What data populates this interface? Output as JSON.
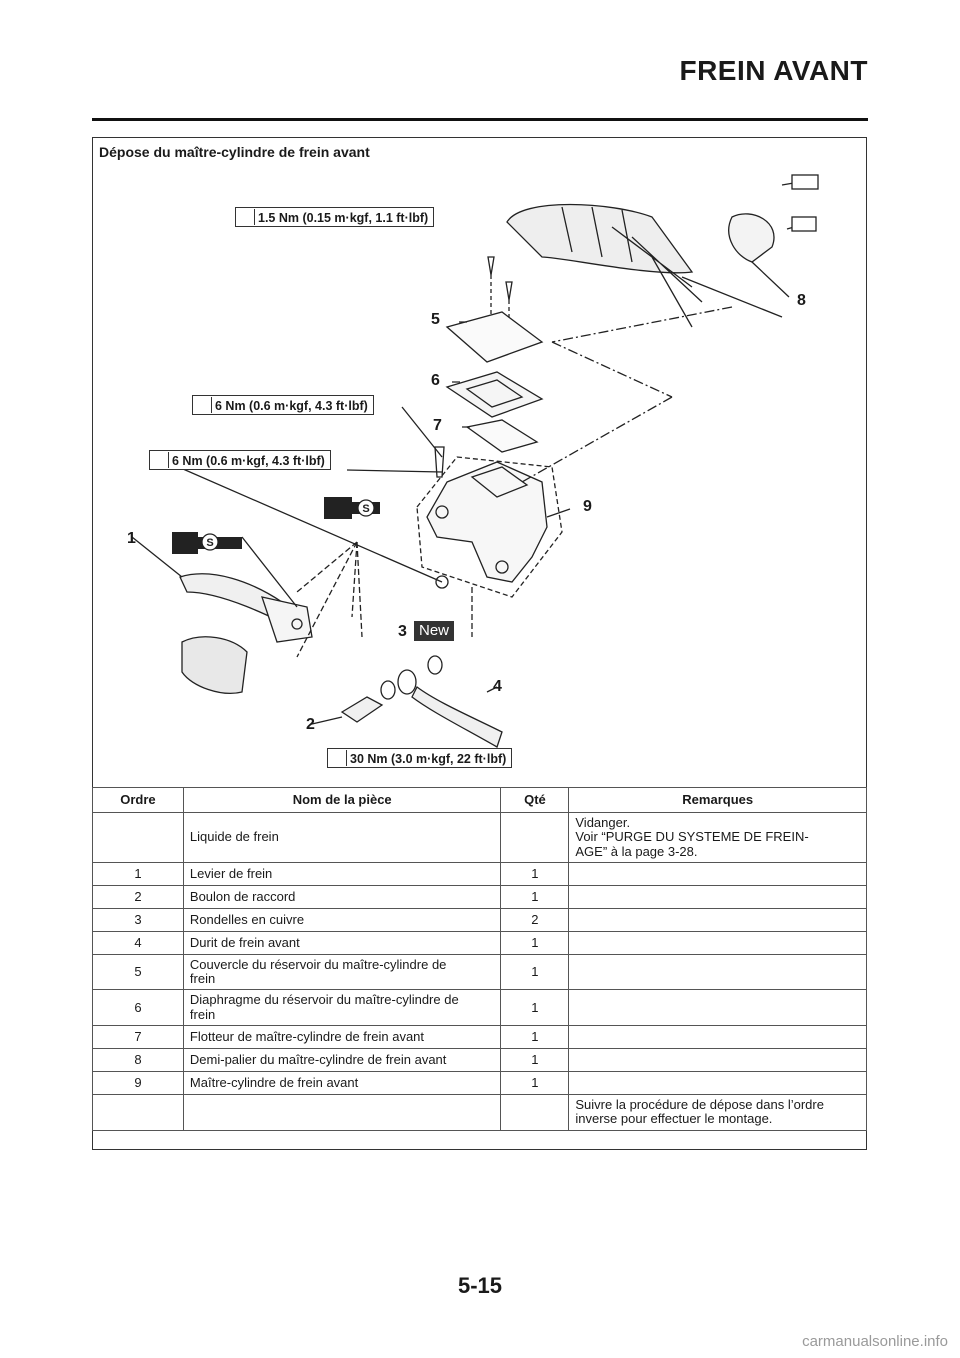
{
  "header": {
    "title": "FREIN AVANT"
  },
  "section": {
    "title": "Dépose du maître-cylindre de frein avant"
  },
  "diagram": {
    "torques": [
      "1.5 Nm (0.15 m·kgf, 1.1 ft·lbf)",
      "6 Nm (0.6 m·kgf, 4.3 ft·lbf)",
      "6 Nm (0.6 m·kgf, 4.3 ft·lbf)",
      "30 Nm (3.0 m·kgf, 22 ft·lbf)"
    ],
    "callouts": [
      "1",
      "2",
      "3",
      "4",
      "5",
      "6",
      "7",
      "8",
      "9"
    ],
    "new_badge": "New",
    "grease_mark": "S"
  },
  "table": {
    "headers": [
      "Ordre",
      "Nom de la pièce",
      "Qté",
      "Remarques"
    ],
    "rows": [
      [
        "",
        "Liquide de frein",
        "",
        "Vidanger.\nVoir “PURGE DU SYSTEME DE FREIN-\nAGE” à la page 3-28."
      ],
      [
        "1",
        "Levier de frein",
        "1",
        ""
      ],
      [
        "2",
        "Boulon de raccord",
        "1",
        ""
      ],
      [
        "3",
        "Rondelles en cuivre",
        "2",
        ""
      ],
      [
        "4",
        "Durit de frein avant",
        "1",
        ""
      ],
      [
        "5",
        "Couvercle du réservoir du maître-cylindre de\nfrein",
        "1",
        ""
      ],
      [
        "6",
        "Diaphragme du réservoir du maître-cylindre de\nfrein",
        "1",
        ""
      ],
      [
        "7",
        "Flotteur de maître-cylindre de frein avant",
        "1",
        ""
      ],
      [
        "8",
        "Demi-palier du maître-cylindre de frein avant",
        "1",
        ""
      ],
      [
        "9",
        "Maître-cylindre de frein avant",
        "1",
        ""
      ],
      [
        "",
        "",
        "",
        "Suivre la procédure de dépose dans l’ordre\ninverse pour effectuer le montage."
      ]
    ]
  },
  "footer": {
    "page_number": "5-15",
    "watermark": "carmanualsonline.info"
  }
}
